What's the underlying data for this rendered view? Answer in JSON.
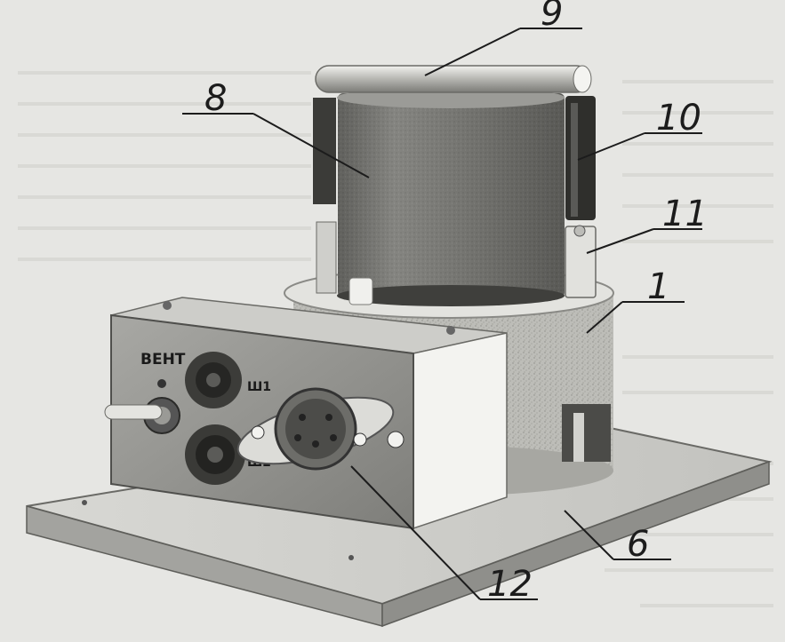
{
  "device": {
    "panel_labels": {
      "top": "ВЕНТ",
      "socket_right": "Ш1",
      "socket_lower": "Ш2"
    }
  },
  "callouts": [
    {
      "id": "c1",
      "label": "1"
    },
    {
      "id": "c6",
      "label": "6"
    },
    {
      "id": "c8",
      "label": "8"
    },
    {
      "id": "c9",
      "label": "9"
    },
    {
      "id": "c10",
      "label": "10"
    },
    {
      "id": "c11",
      "label": "11"
    },
    {
      "id": "c12",
      "label": "12"
    }
  ],
  "colors": {
    "paper": "#e6e6e3",
    "ink": "#1c1c1c",
    "metal_dark": "#5a5a58",
    "metal_light": "#d4d4d0"
  }
}
